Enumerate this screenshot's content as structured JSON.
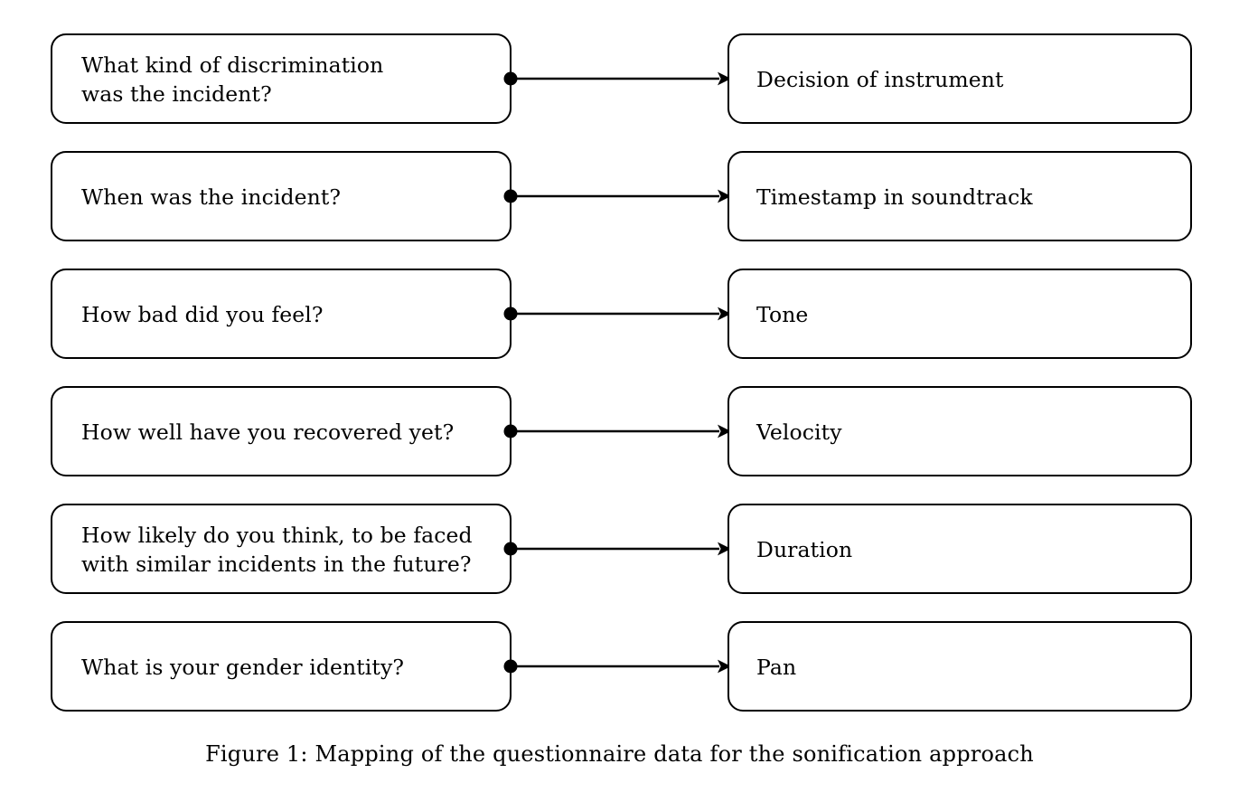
{
  "figure": {
    "caption": "Figure 1: Mapping of the questionnaire data for the sonification approach",
    "background_color": "#ffffff",
    "stroke_color": "#000000",
    "text_color": "#000000"
  },
  "mappings": [
    {
      "source": "What kind of discrimination\nwas the incident?",
      "target": "Decision of instrument",
      "connector": "arrow-right"
    },
    {
      "source": "When was the incident?",
      "target": "Timestamp in soundtrack",
      "connector": "arrow-right"
    },
    {
      "source": "How bad did you feel?",
      "target": "Tone",
      "connector": "arrow-right"
    },
    {
      "source": "How well have you recovered yet?",
      "target": "Velocity",
      "connector": "arrow-right"
    },
    {
      "source": "How likely do you think, to be faced\nwith similar incidents in the future?",
      "target": "Duration",
      "connector": "arrow-right"
    },
    {
      "source": "What is your gender identity?",
      "target": "Pan",
      "connector": "arrow-right"
    }
  ]
}
